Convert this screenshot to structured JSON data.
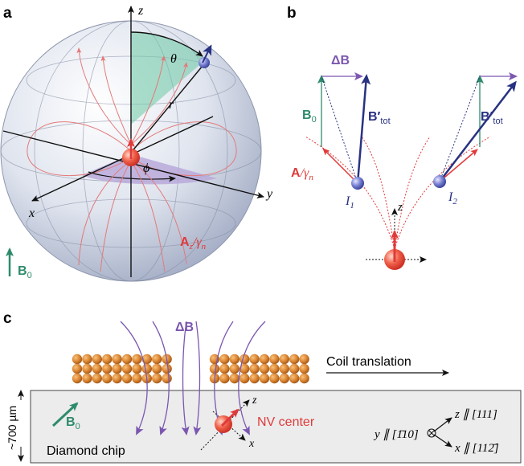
{
  "panels": {
    "a": "a",
    "b": "b",
    "c": "c"
  },
  "panel_a": {
    "axis_z": "z",
    "axis_x": "x",
    "axis_y": "y",
    "theta": "θ",
    "r": "r",
    "phi": "ϕ",
    "field_A": "A",
    "field_A_sub": "z",
    "field_A_div": "/γ",
    "field_A_div_sub": "n",
    "b0": "B",
    "b0_sub": "0"
  },
  "panel_b": {
    "delta_b": "ΔB",
    "b0": "B",
    "b0_sub": "0",
    "btot": "B′",
    "btot_sub": "tot",
    "a_over_gamma": "A",
    "a_over_gamma_div": "/γ",
    "a_over_gamma_sub": "n",
    "i1": "I",
    "i1_sub": "1",
    "i2": "I",
    "i2_sub": "2",
    "axis_z": "z"
  },
  "panel_c": {
    "delta_b": "ΔB",
    "coil_translation": "Coil translation",
    "thickness": "~700 µm",
    "b0": "B",
    "b0_sub": "0",
    "diamond_chip": "Diamond chip",
    "nv_center": "NV center",
    "axis_z": "z",
    "axis_x": "x",
    "z_dir": "z ∥ [111]",
    "y_dir": "y ∥ [1̄10]",
    "x_dir": "x ∥ [112̄]"
  },
  "colors": {
    "green": "#2e8b6a",
    "purple": "#7b57b0",
    "navy": "#283282",
    "red": "#e03a3a",
    "copper": "#c8782e"
  }
}
